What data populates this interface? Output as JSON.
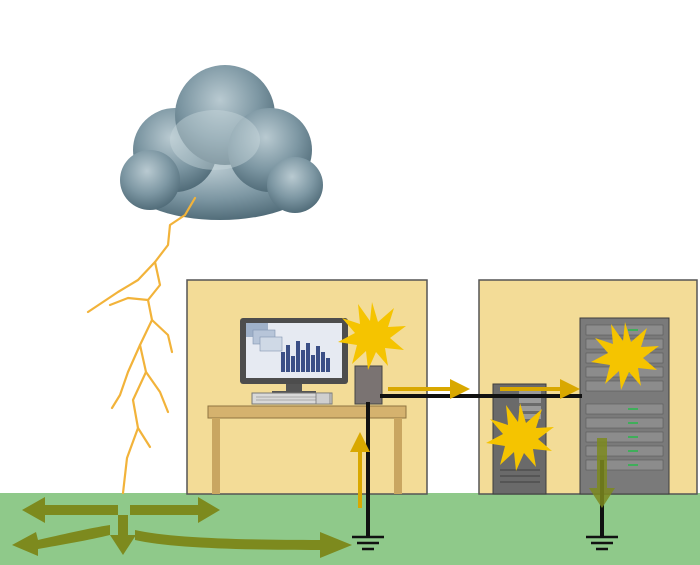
{
  "colors": {
    "background": "#ffffff",
    "ground": "#8fc98a",
    "room_fill": "#f3dc97",
    "room_stroke": "#555555",
    "cloud_dark": "#4f6a78",
    "cloud_light": "#a9bcc4",
    "lightning": "#f2b33a",
    "surge_arrow": "#d9a800",
    "ground_arrow": "#7d8a1e",
    "cable": "#111111",
    "spark": "#f5c400",
    "monitor_frame": "#4d4d4d",
    "screen": "#e6eaf2",
    "chart_bars": "#3b4f86",
    "desk": "#d5b26e",
    "server_rack": "#7a7a7a",
    "tower": "#6a6a6a"
  },
  "icons": [
    "storm-cloud",
    "lightning-bolt",
    "office-room",
    "server-room",
    "computer-monitor",
    "keyboard",
    "desk",
    "surge-spark",
    "tower-pc",
    "server-rack",
    "ground-symbol",
    "current-arrow"
  ]
}
